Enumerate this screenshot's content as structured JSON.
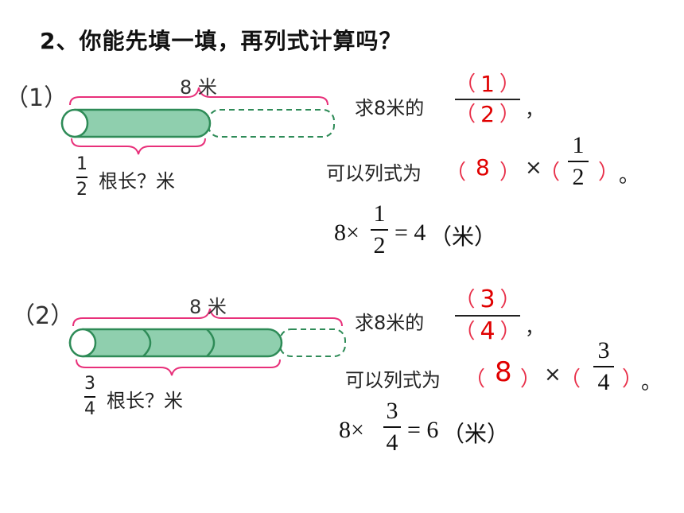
{
  "title": "2、你能先填一填，再列式计算吗？",
  "problem1": {
    "label": "（1）",
    "total_length": "8 米",
    "part_numerator": "1",
    "part_denominator": "2",
    "part_suffix": "根长？米",
    "ask_prefix": "求8米的",
    "ask_num_open": "（",
    "ask_num": "1",
    "ask_num_close": "）",
    "ask_den_open": "（",
    "ask_den": "2",
    "ask_den_close": "）",
    "ask_suffix": "，",
    "formula_prefix": "可以列式为",
    "blank1_open": "（",
    "blank1": "8",
    "blank1_close": "）",
    "times": "×",
    "blank2_open": "（",
    "blank2_num": "1",
    "blank2_den": "2",
    "blank2_close": "）",
    "period": "。",
    "eq_left": "8×",
    "eq_num": "1",
    "eq_den": "2",
    "eq_right": "= 4",
    "eq_unit": "（米）"
  },
  "problem2": {
    "label": "（2）",
    "total_length": "8 米",
    "part_numerator": "3",
    "part_denominator": "4",
    "part_suffix": "根长？米",
    "ask_prefix": "求8米的",
    "ask_num_open": "（",
    "ask_num": "3",
    "ask_num_close": "）",
    "ask_den_open": "（",
    "ask_den": "4",
    "ask_den_close": "）",
    "ask_suffix": "，",
    "formula_prefix": "可以列式为",
    "blank1_open": "（",
    "blank1": "8",
    "blank1_close": "）",
    "times": "×",
    "blank2_open": "（",
    "blank2_num": "3",
    "blank2_den": "4",
    "blank2_close": "）",
    "period": "。",
    "eq_left": "8×",
    "eq_num": "3",
    "eq_den": "4",
    "eq_right": "= 6",
    "eq_unit": "（米）"
  },
  "colors": {
    "rod_fill": "#8fcfae",
    "rod_stroke": "#2e8b57",
    "brace": "#e8307a",
    "answer": "#e00000"
  }
}
